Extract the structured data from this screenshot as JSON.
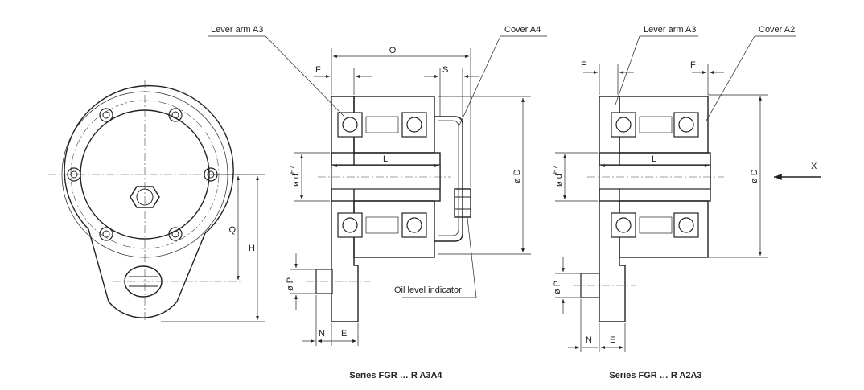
{
  "labels": {
    "left": {
      "lever_arm": "Lever arm A3",
      "cover": "Cover A4",
      "oil_level": "Oil level indicator",
      "dim_O": "O",
      "dim_F": "F",
      "dim_S": "S",
      "dim_L": "L",
      "dim_D": "ø D",
      "dim_d": "ø d",
      "dim_d_tol": "H7",
      "dim_P": "ø P",
      "dim_N": "N",
      "dim_E": "E",
      "dim_Q": "Q",
      "dim_H": "H",
      "caption": "Series FGR … R A3A4"
    },
    "right": {
      "lever_arm": "Lever arm A3",
      "cover": "Cover A2",
      "dim_F1": "F",
      "dim_F2": "F",
      "dim_L": "L",
      "dim_D": "ø D",
      "dim_d": "ø d",
      "dim_d_tol": "H7",
      "dim_P": "ø P",
      "dim_N": "N",
      "dim_E": "E",
      "view_arrow": "X",
      "caption": "Series FGR … R A2A3"
    }
  }
}
